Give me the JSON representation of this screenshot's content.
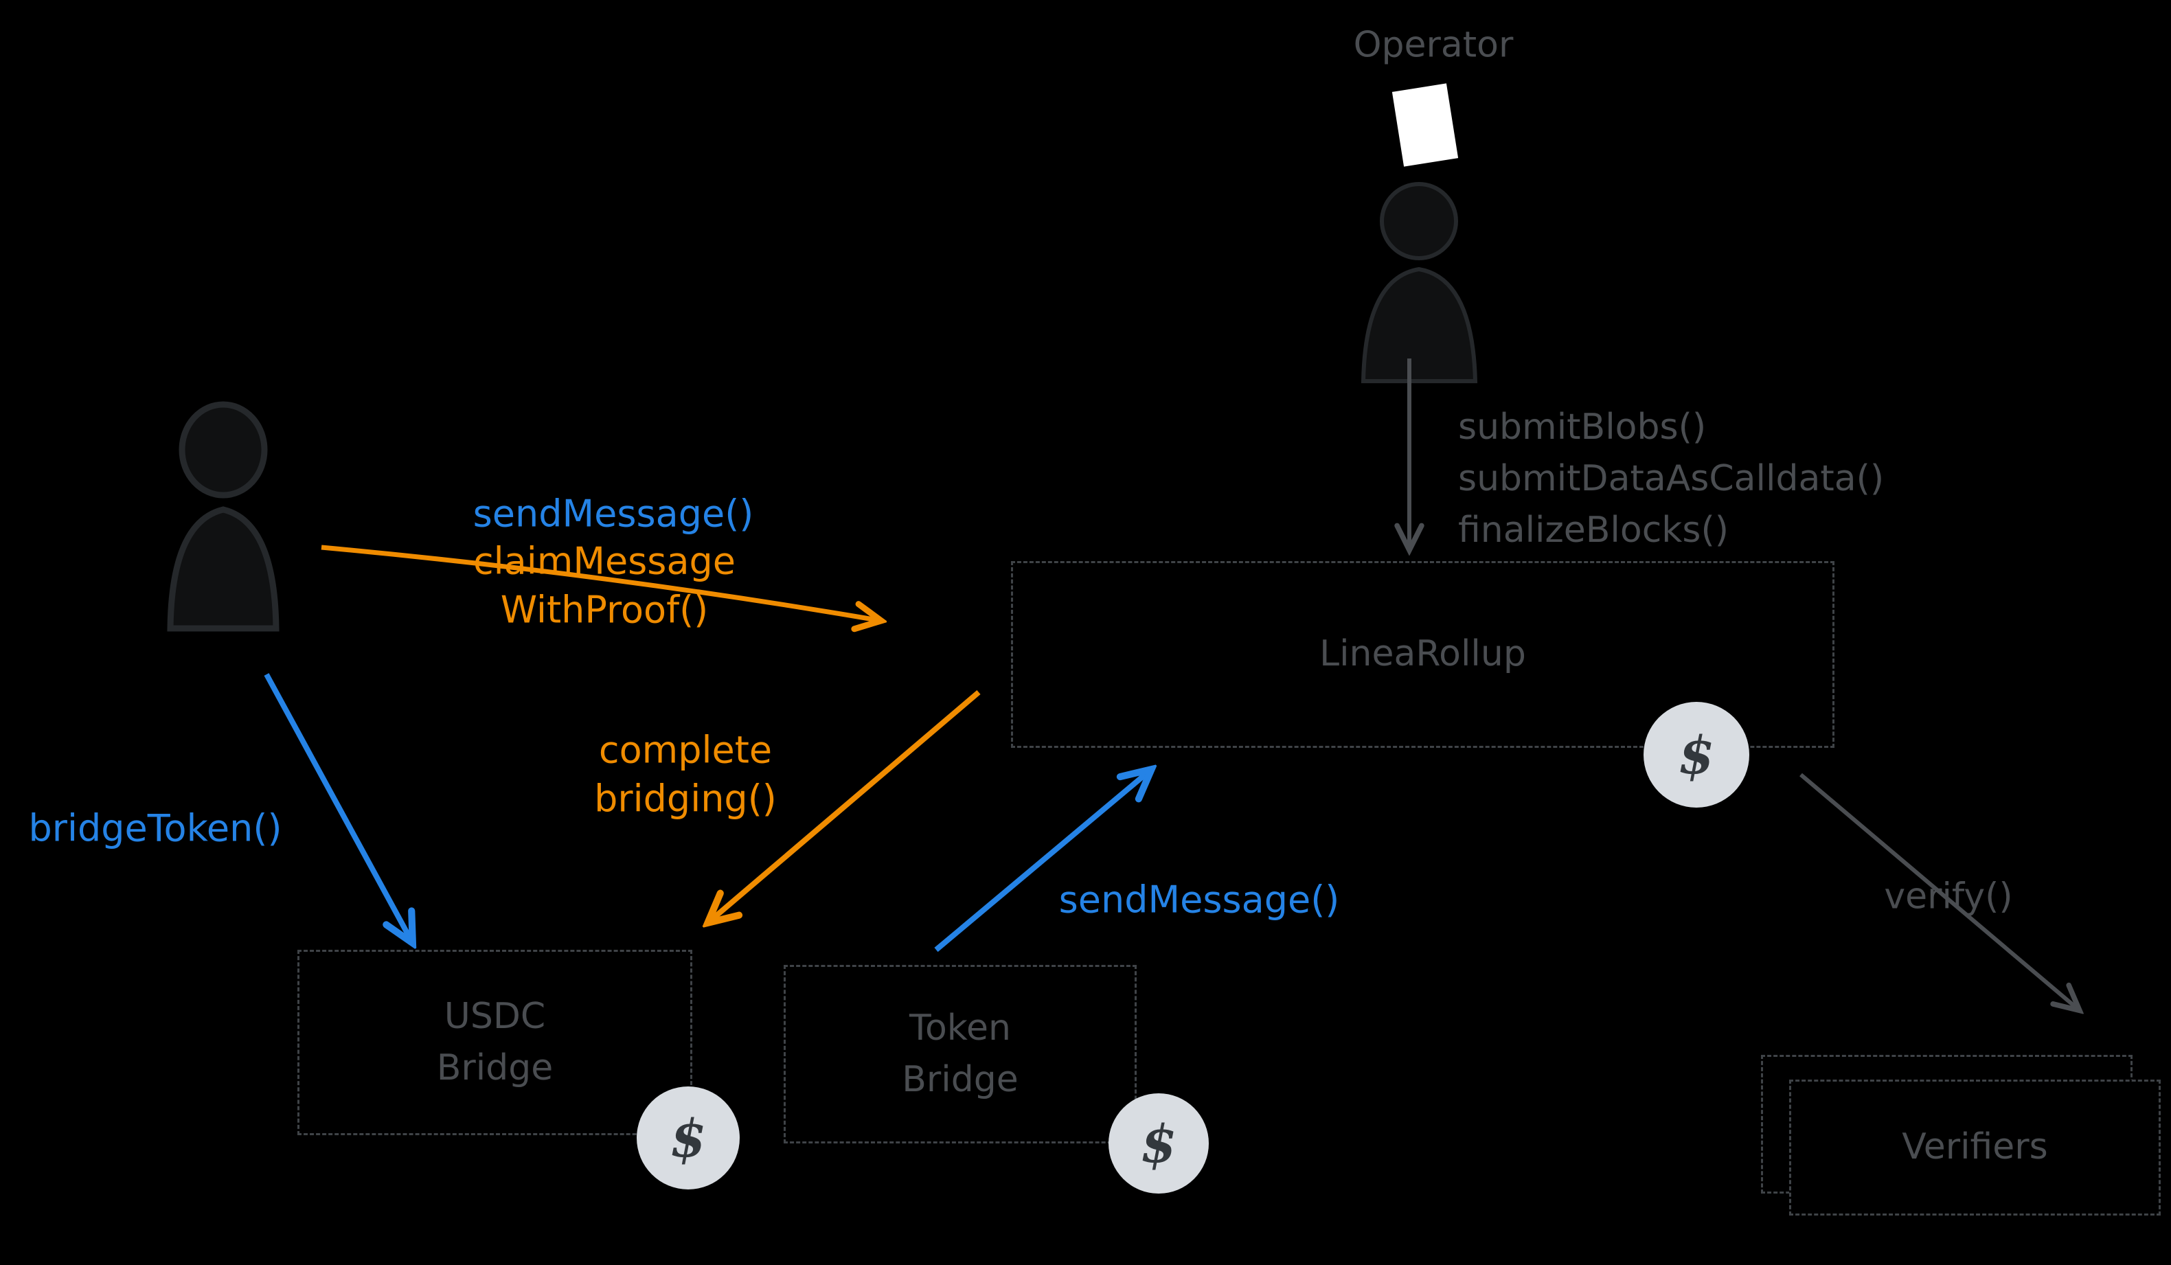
{
  "colors": {
    "bg": "#000000",
    "blue": "#2583e6",
    "orange": "#f08c00",
    "gray": "#4a4d51",
    "box_border": "#3f4347",
    "coin_fill": "#d9dde2",
    "coin_text": "#33383d",
    "icon_stroke": "#25282b",
    "icon_fill": "#101112",
    "paper_white": "#ffffff"
  },
  "nodes": {
    "operator": {
      "label": "Operator"
    },
    "linea_rollup": {
      "label": "LineaRollup"
    },
    "usdc_bridge": {
      "line1": "USDC",
      "line2": "Bridge"
    },
    "token_bridge": {
      "line1": "Token",
      "line2": "Bridge"
    },
    "verifiers": {
      "label": "Verifiers"
    }
  },
  "edges": {
    "operator_to_rollup": {
      "line1": "submitBlobs()",
      "line2": "submitDataAsCalldata()",
      "line3": "finalizeBlocks()"
    },
    "user_to_rollup": {
      "blue_label": "sendMessage()",
      "orange_line1": "claimMessage",
      "orange_line2": "WithProof()"
    },
    "user_to_usdc_bridge": {
      "label": "bridgeToken()"
    },
    "rollup_to_bridges": {
      "line1": "complete",
      "line2": "bridging()"
    },
    "token_bridge_to_rollup": {
      "label": "sendMessage()"
    },
    "rollup_to_verifiers": {
      "label": "verify()"
    }
  },
  "icons": {
    "coin_symbol": "$"
  }
}
